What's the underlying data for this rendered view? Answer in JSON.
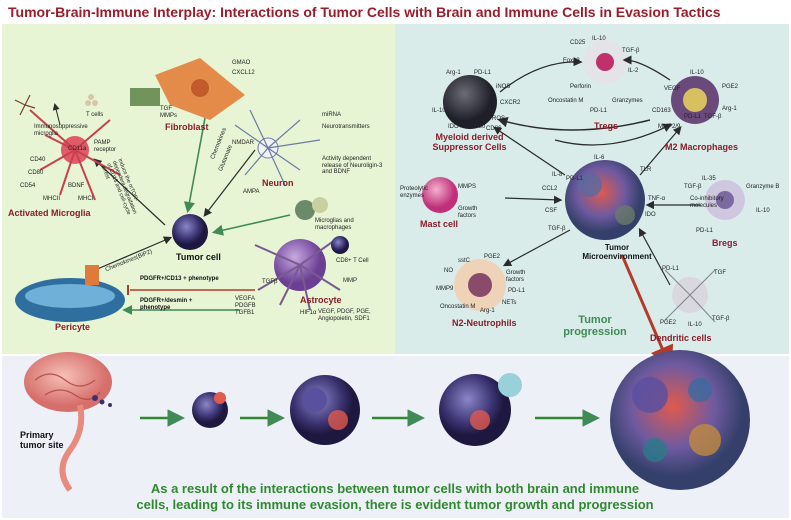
{
  "title": "Tumor-Brain-Immune Interplay: Interactions of Tumor Cells with Brain and Immune Cells in Evasion Tactics",
  "colors": {
    "title": "#9b1c2a",
    "left_bg": "#e7f5d4",
    "right_bg": "#d9ecea",
    "bottom_bg": "#eef0f8",
    "caption_green": "#2f8a2f",
    "arrow_dark": "#2b2b2b",
    "arrow_red": "#b53a2a",
    "arrow_green": "#3f8a55"
  },
  "left": {
    "microglia": {
      "label": "Activated Microglia",
      "markers": [
        "T cells",
        "Immunosuppressive microglia",
        "CD11a",
        "PAMP receptor",
        "CD40",
        "CD80",
        "CD54",
        "BDNF",
        "MHCII",
        "MHCI"
      ]
    },
    "fibroblast": {
      "label": "Fibroblast",
      "markers": [
        "GMAO",
        "CXCL12",
        "TGF",
        "MMPs"
      ]
    },
    "neuron": {
      "label": "Neuron",
      "markers": [
        "miRNA",
        "Neurotransmitters",
        "NMDAR",
        "AMPA",
        "Activity dependent release of Neuroligin-3 and BDNF"
      ]
    },
    "tumor_cell": {
      "label": "Tumor cell"
    },
    "pericyte": {
      "label": "Pericyte"
    },
    "astrocyte": {
      "label": "Astrocyte",
      "markers": [
        "Microglias and macrophages",
        "CD8+ T Cell",
        "VEGFA",
        "PDGFB",
        "TGFB1",
        "TGFβ",
        "MMP",
        "HIF1α",
        "VEGF, PDGF, PGE, Angiopoietin, SDF1"
      ]
    },
    "arrows": [
      "Induce the mTOR-dependent degradation of CD13 and cell-cycle arrest",
      "Chemokines(BiP2)",
      "Chemokines",
      "Glutamate",
      "PDGFR+/CD13 + phenotype",
      "PDGFR+/desmin + phenotype"
    ]
  },
  "right": {
    "mdsc": {
      "label": "Myeloid derived Suppressor Cells",
      "markers": [
        "Arg-1",
        "PD-L1",
        "iNOS",
        "CXCR2",
        "IL-10",
        "ROS",
        "IDO",
        "CD80",
        "CD86"
      ]
    },
    "tregs": {
      "label": "Tregs",
      "markers": [
        "CD25",
        "IL-10",
        "Foxp3",
        "TGF-β",
        "IL-2",
        "Perforin",
        "Oncostatin M",
        "Granzymes",
        "PD-L1"
      ]
    },
    "m2": {
      "label": "M2 Macrophages",
      "markers": [
        "IL-10",
        "VEGF",
        "PGE2",
        "CD163",
        "Arg-1",
        "PD-L1",
        "TGF-β",
        "MMP2/9"
      ]
    },
    "mast": {
      "label": "Mast cell",
      "markers": [
        "Proteolytic enzymes",
        "MMPS",
        "Growth factors"
      ]
    },
    "tme": {
      "label": "Tumor Microenvironment",
      "markers": [
        "IL-6",
        "TLR",
        "IL-8",
        "CCL2",
        "TNF-α",
        "CSF",
        "TGF-β",
        "IDO",
        "PD-L1"
      ]
    },
    "bregs": {
      "label": "Bregs",
      "markers": [
        "IL-35",
        "TGF-β",
        "Granzyme B",
        "Co-inhibitory molecules",
        "PD-L1",
        "IL-10"
      ]
    },
    "n2": {
      "label": "N2-Neutrophils",
      "markers": [
        "sstC",
        "NO",
        "PGE2",
        "MMP9",
        "Growth factors",
        "Oncostatin M",
        "Arg-1",
        "NETs",
        "PD-L1"
      ]
    },
    "dc": {
      "label": "Dendritic cells",
      "markers": [
        "PD-L1",
        "TGF",
        "PGE2",
        "IL-10",
        "TGF-β"
      ]
    },
    "progression_label": "Tumor progression"
  },
  "bottom": {
    "primary_label": "Primary tumor site",
    "caption_line1": "As a result of the interactions between tumor cells with both brain and immune",
    "caption_line2": "cells, leading to its immune evasion, there is evident tumor growth and progression"
  }
}
